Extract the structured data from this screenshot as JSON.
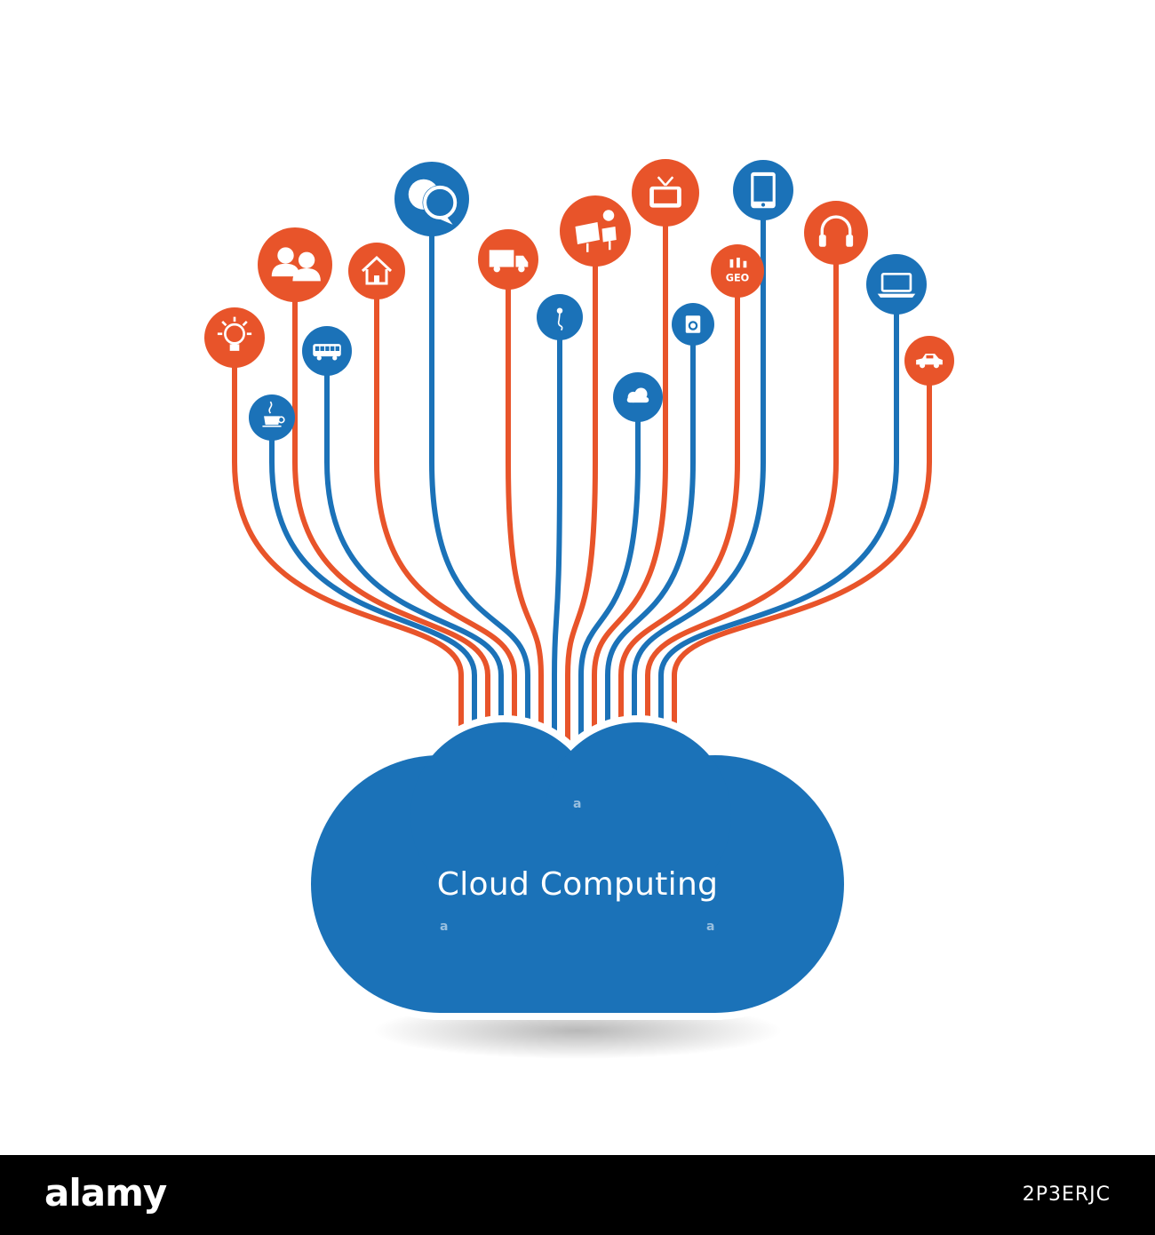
{
  "colors": {
    "blue": "#1b72b8",
    "orange": "#e8542a",
    "icon": "#ffffff",
    "footer": "#000000"
  },
  "cloud": {
    "title": "Cloud Computing"
  },
  "nodes": [
    {
      "icon": "lightbulb-icon",
      "color": "orange"
    },
    {
      "icon": "coffee-cup-icon",
      "color": "blue"
    },
    {
      "icon": "people-icon",
      "color": "orange"
    },
    {
      "icon": "bus-icon",
      "color": "blue"
    },
    {
      "icon": "house-icon",
      "color": "orange"
    },
    {
      "icon": "chat-bubbles-icon",
      "color": "blue"
    },
    {
      "icon": "truck-icon",
      "color": "orange"
    },
    {
      "icon": "microphone-icon",
      "color": "blue"
    },
    {
      "icon": "solar-panel-icon",
      "color": "orange"
    },
    {
      "icon": "cloud-icon",
      "color": "blue"
    },
    {
      "icon": "television-icon",
      "color": "orange"
    },
    {
      "icon": "washing-machine-icon",
      "color": "blue"
    },
    {
      "icon": "geo-factory-icon",
      "color": "orange",
      "label": "GEO"
    },
    {
      "icon": "tablet-icon",
      "color": "blue"
    },
    {
      "icon": "headphones-icon",
      "color": "orange"
    },
    {
      "icon": "laptop-icon",
      "color": "blue"
    },
    {
      "icon": "car-icon",
      "color": "orange"
    }
  ],
  "footer": {
    "brand": "alamy",
    "image_code": "2P3ERJC"
  },
  "watermark": "a"
}
